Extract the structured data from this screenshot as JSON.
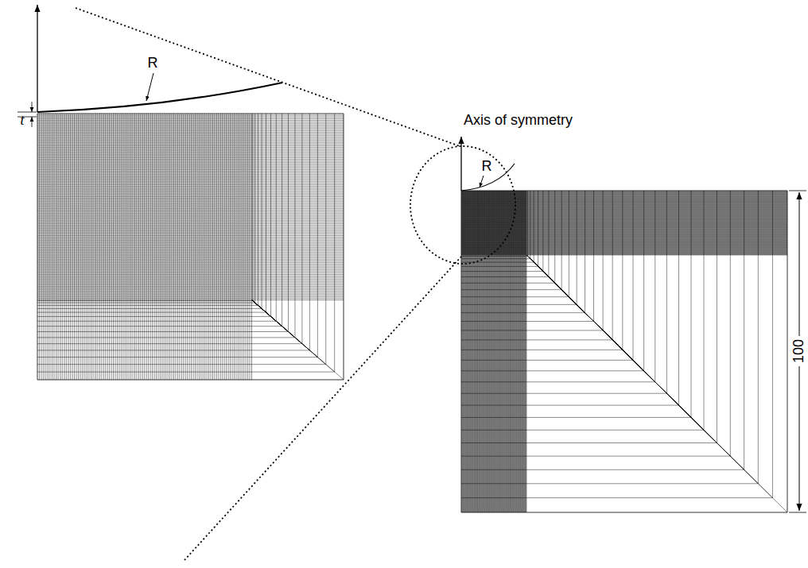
{
  "diagram": {
    "labels": [
      "R",
      "t",
      "Axis of symmetry",
      "R",
      "100"
    ]
  }
}
